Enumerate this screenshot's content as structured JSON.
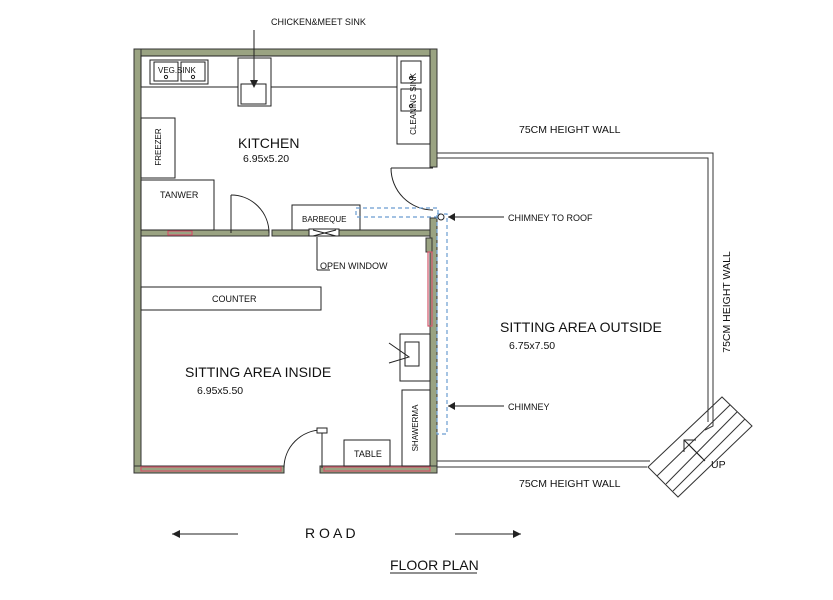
{
  "title": "FLOOR PLAN",
  "road": "R O A D",
  "rooms": {
    "kitchen": {
      "name": "KITCHEN",
      "size": "6.95x5.20"
    },
    "sitting_inside": {
      "name": "SITTING AREA INSIDE",
      "size": "6.95x5.50"
    },
    "sitting_outside": {
      "name": "SITTING AREA OUTSIDE",
      "size": "6.75x7.50"
    }
  },
  "fixtures": {
    "chicken_sink": "CHICKEN&MEET SINK",
    "veg_sink": "VEG.SINK",
    "cleaning_sink": "CLEANING SINK",
    "freezer": "FREEZER",
    "tanwer": "TANWER",
    "barbeque": "BARBEQUE",
    "open_window": "OPEN WINDOW",
    "counter": "COUNTER",
    "table": "TABLE",
    "shawerma": "SHAWERMA"
  },
  "annotations": {
    "chimney_to_roof": "CHIMNEY TO ROOF",
    "chimney": "CHIMNEY",
    "wall_top": "75CM HEIGHT WALL",
    "wall_right": "75CM HEIGHT WALL",
    "wall_bottom": "75CM HEIGHT WALL",
    "up": "UP"
  },
  "colors": {
    "wall": "#9aa382",
    "window": "#d2566a",
    "chimney": "#6a9cd0"
  }
}
